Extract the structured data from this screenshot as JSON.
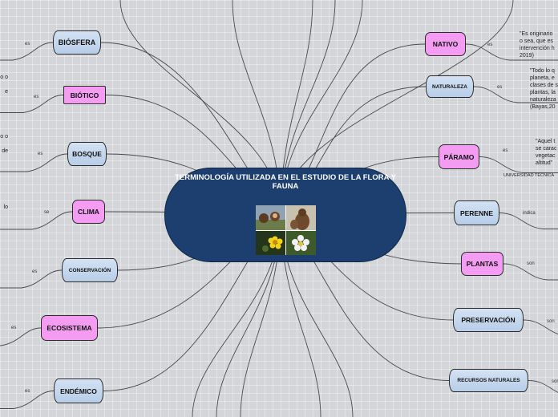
{
  "central": {
    "title": "TERMINOLOGÍA UTILIZADA EN EL ESTUDIO DE LA FLORA Y FAUNA"
  },
  "left_nodes": [
    {
      "label": "BIÓSFERA",
      "link": "es",
      "style": "blue",
      "desc": ""
    },
    {
      "label": "BIÓTICO",
      "link": "es",
      "style": "pink-rect",
      "desc": "o o\n\ne"
    },
    {
      "label": "BOSQUE",
      "link": "es",
      "style": "blue",
      "desc": "o o\n\nde"
    },
    {
      "label": "CLIMA",
      "link": "se",
      "style": "pink",
      "desc": "lo"
    },
    {
      "label": "CONSERVACIÓN",
      "link": "es",
      "style": "blue",
      "desc": ""
    },
    {
      "label": "ECOSISTEMA",
      "link": "es",
      "style": "pink",
      "desc": ""
    },
    {
      "label": "ENDÉMICO",
      "link": "es",
      "style": "blue",
      "desc": ""
    }
  ],
  "right_nodes": [
    {
      "label": "NATIVO",
      "link": "es",
      "style": "pink",
      "desc": "\"Es originario\no sea, que es\nintervención h\n2019)"
    },
    {
      "label": "NATURALEZA",
      "link": "es",
      "style": "blue",
      "desc": "\"Todo lo q\nplaneta, e\nclases de s\nplantas, la\nnaturaleza\n(Bayas,20"
    },
    {
      "label": "PÁRAMO",
      "link": "es",
      "style": "pink",
      "desc": "\"Aquel t\nse carac\nvegetac\naltitud\""
    },
    {
      "label": "PERENNE",
      "link": "indica",
      "style": "blue",
      "desc": ""
    },
    {
      "label": "PLANTAS",
      "link": "son",
      "style": "pink",
      "desc": ""
    },
    {
      "label": "PRESERVACIÓN",
      "link": "son",
      "style": "blue",
      "desc": ""
    },
    {
      "label": "RECURSOS NATURALES",
      "link": "son",
      "style": "blue",
      "desc": ""
    }
  ],
  "extra_texts": {
    "university": "UNIVERSIDAD TÉCNICA"
  },
  "colors": {
    "central": "#1c3f70",
    "blue_node": "#c5d7ee",
    "pink_node": "#f49cf2",
    "background": "#d3d5d8"
  },
  "icons": [
    "collage-image"
  ]
}
